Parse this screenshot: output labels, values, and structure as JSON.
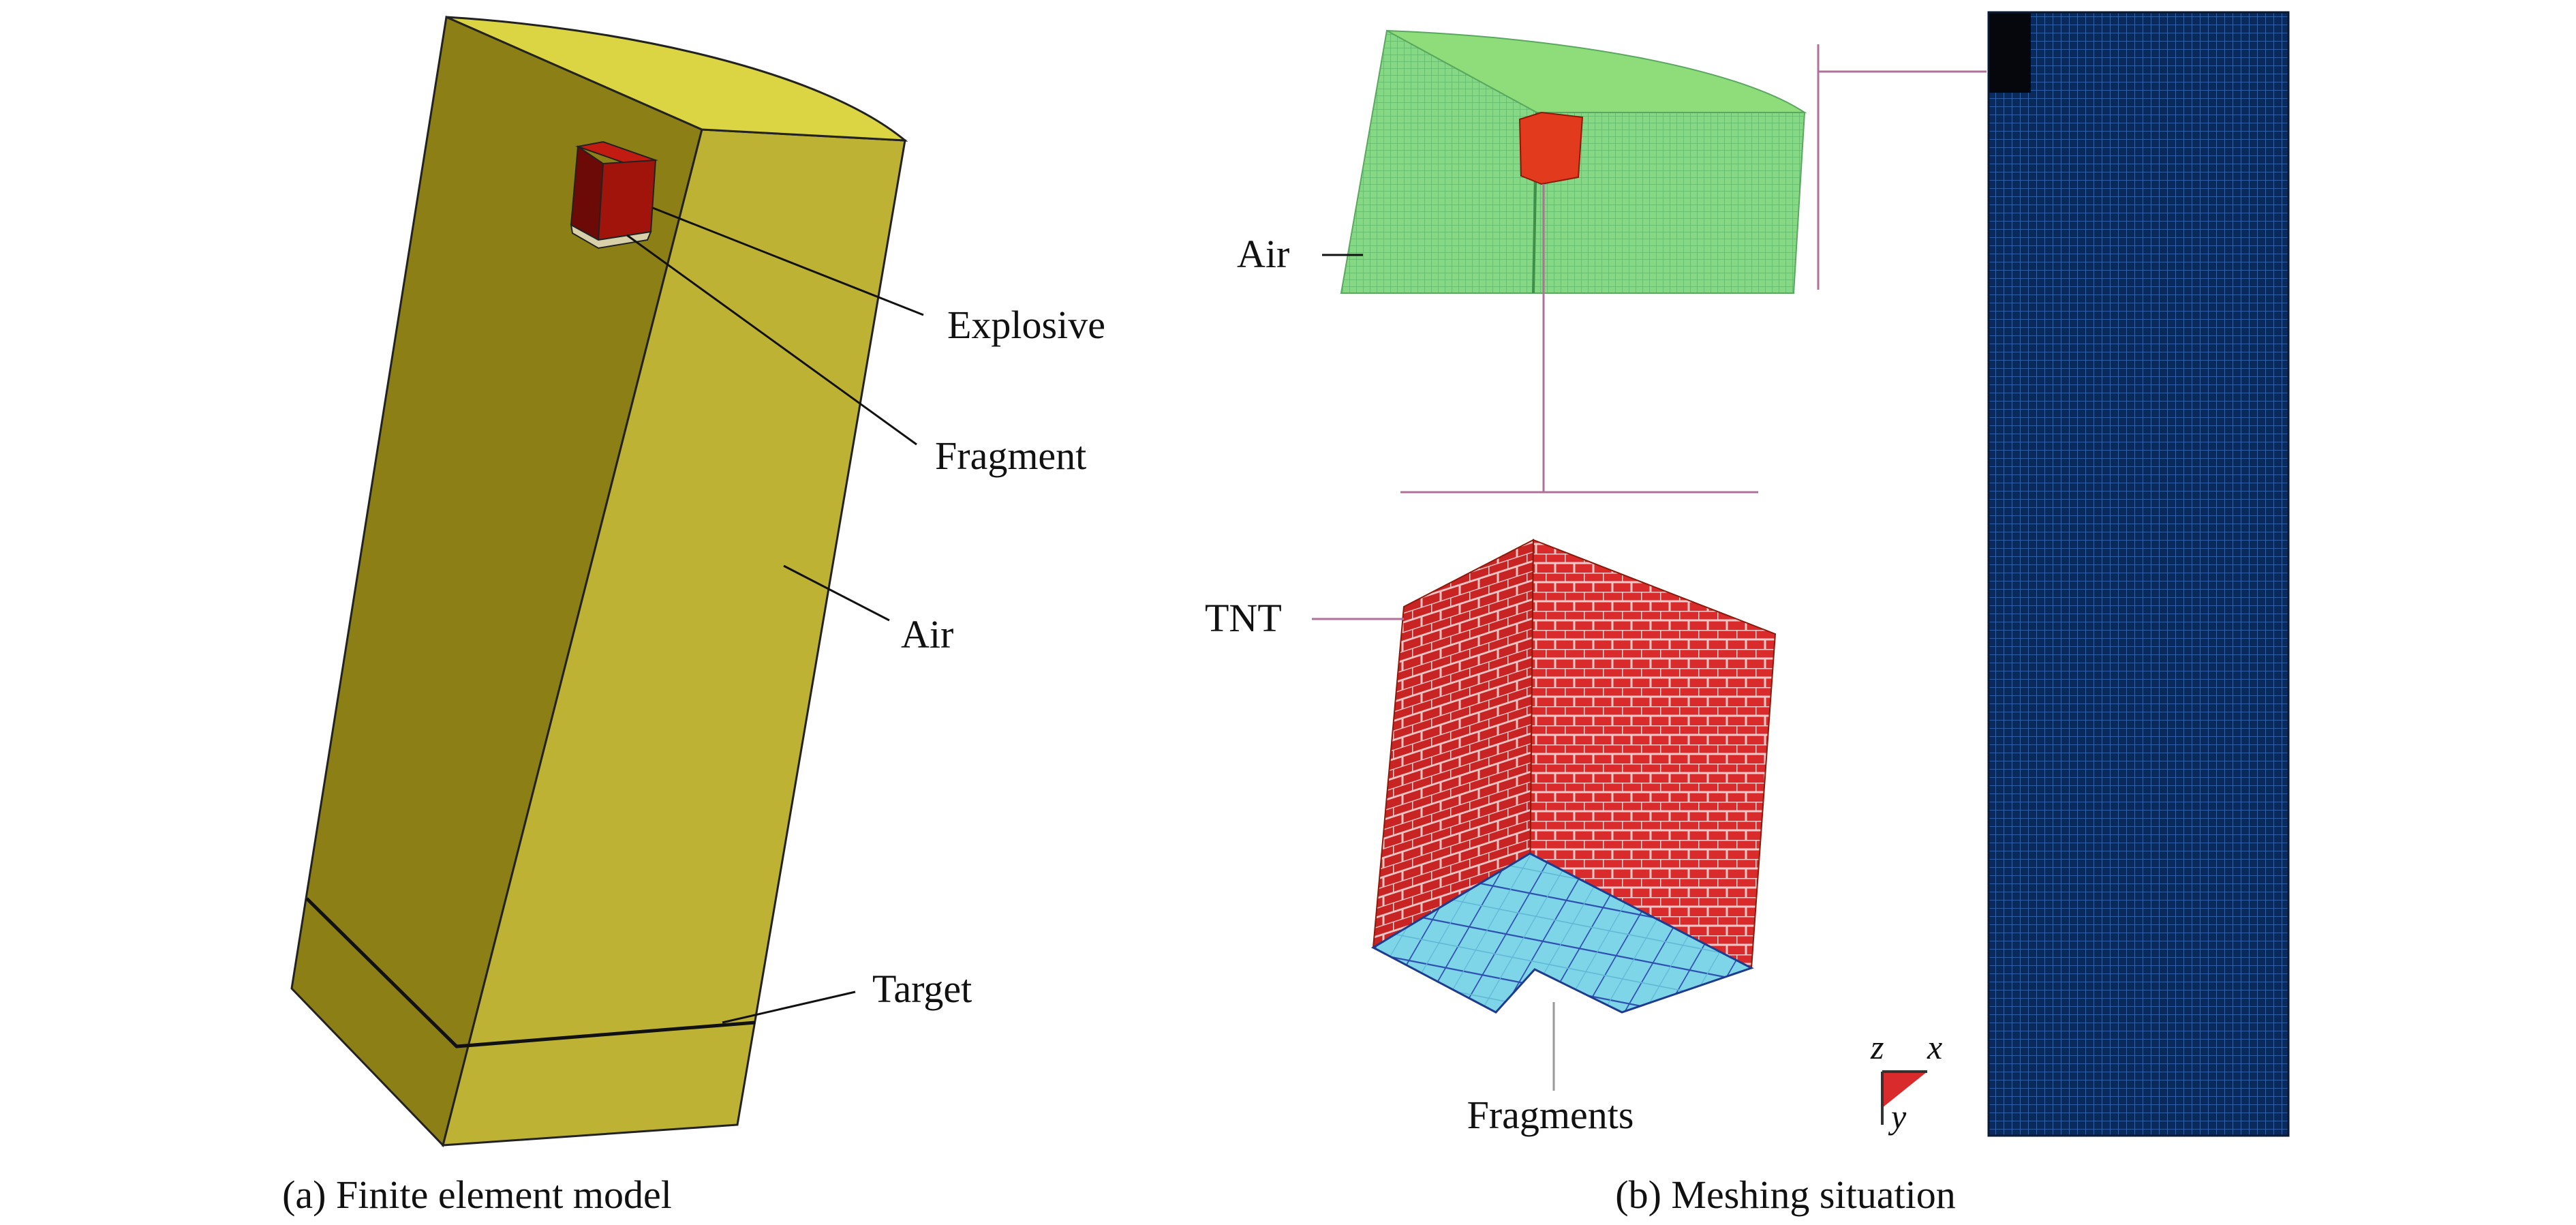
{
  "panel_a": {
    "caption": "(a) Finite element model",
    "labels": {
      "explosive": "Explosive",
      "fragment": "Fragment",
      "air": "Air",
      "target": "Target"
    }
  },
  "panel_b": {
    "caption": "(b) Meshing situation",
    "labels": {
      "air": "Air",
      "tnt": "TNT",
      "fragments": "Fragments"
    },
    "triad": {
      "z": "z",
      "x": "x",
      "y": "y"
    }
  },
  "colors": {
    "air_model_front": "#bdb234",
    "air_model_left": "#8c7f15",
    "air_model_top": "#dbd443",
    "explosive": "#a0140c",
    "air_mesh": "#7fd37e",
    "tnt": "#d92b2b",
    "fragments": "#7fd5e8",
    "mesh_strip": "#0b2a5c",
    "leader_pink": "#b0709a"
  }
}
